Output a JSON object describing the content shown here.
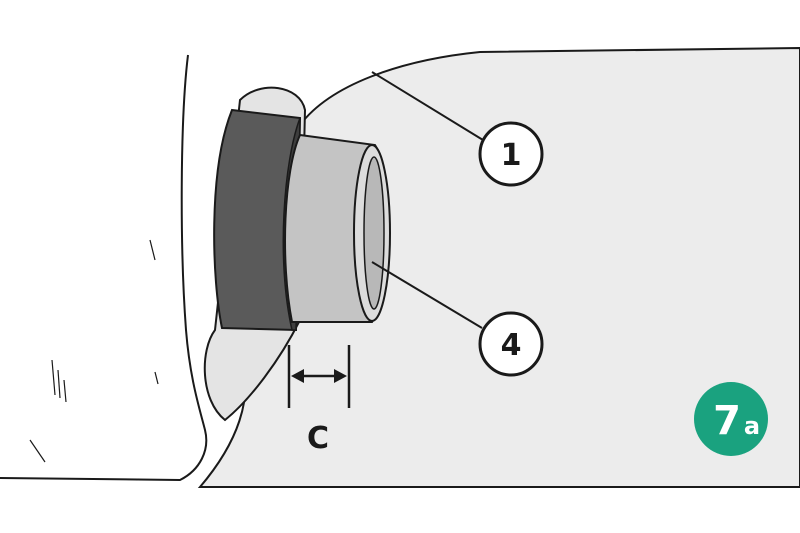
{
  "callouts": [
    {
      "label": "1"
    },
    {
      "label": "4"
    }
  ],
  "dimension": {
    "label": "C"
  },
  "badge": {
    "number": "7",
    "letter": "a",
    "color": "#1aa27f"
  },
  "colors": {
    "background_panel": "#ececec",
    "dark_ring": "#5a5a5a",
    "light_sleeve": "#c4c4c4",
    "outline": "#1a1a1a"
  }
}
